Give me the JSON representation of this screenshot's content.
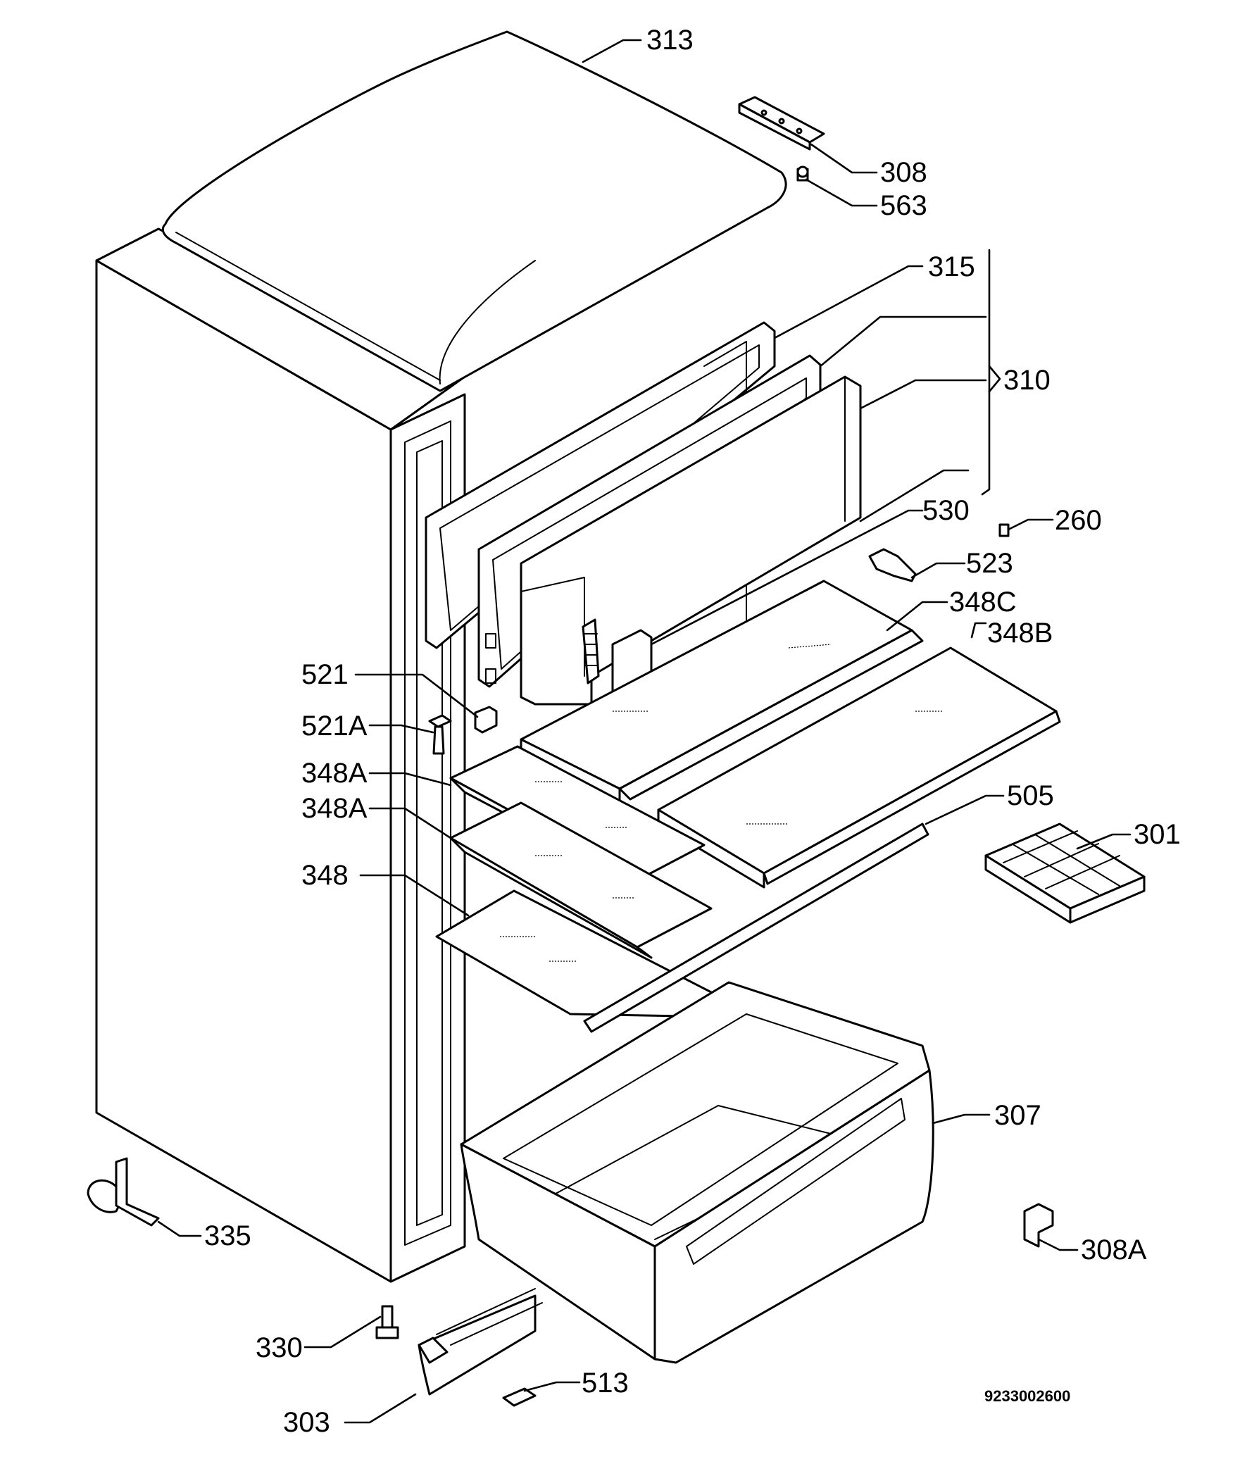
{
  "labels": {
    "l313": "313",
    "l308": "308",
    "l563": "563",
    "l315": "315",
    "l310": "310",
    "l530": "530",
    "l260": "260",
    "l523": "523",
    "l348C": "348C",
    "l348B": "348B",
    "l521": "521",
    "l521A": "521A",
    "l348A1": "348A",
    "l348A2": "348A",
    "l505": "505",
    "l301": "301",
    "l348": "348",
    "l307": "307",
    "l335": "335",
    "l308A": "308A",
    "l330": "330",
    "l513": "513",
    "l303": "303"
  },
  "drawing_code": "9233002600"
}
